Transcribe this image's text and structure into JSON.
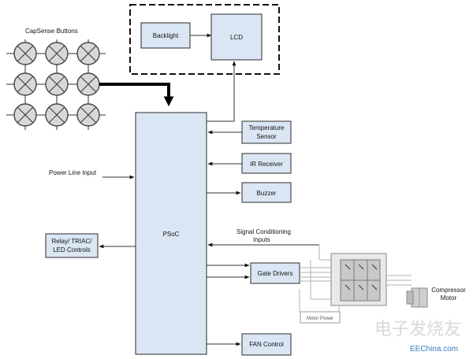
{
  "diagram": {
    "capsense_title": "CapSense Buttons",
    "backlight": "Backlight",
    "lcd": "LCD",
    "temperature_sensor": [
      "Temperature",
      "Sensor"
    ],
    "ir_receiver": "IR Receiver",
    "buzzer": "Buzzer",
    "power_line_input": "Power Line Input",
    "psoc": "PSoC",
    "signal_conditioning": [
      "Signal Conditioning",
      "Inputs"
    ],
    "relay": [
      "Relay/ TRIAC/",
      "LED Controls"
    ],
    "gate_drivers": "Gate Drivers",
    "compressor_motor": [
      "Compressor",
      "Motor"
    ],
    "motor_power": "Motor Power",
    "fan_control": "FAN Control",
    "watermark_logo": "电子发烧友",
    "watermark_url": "EEChina.com"
  }
}
